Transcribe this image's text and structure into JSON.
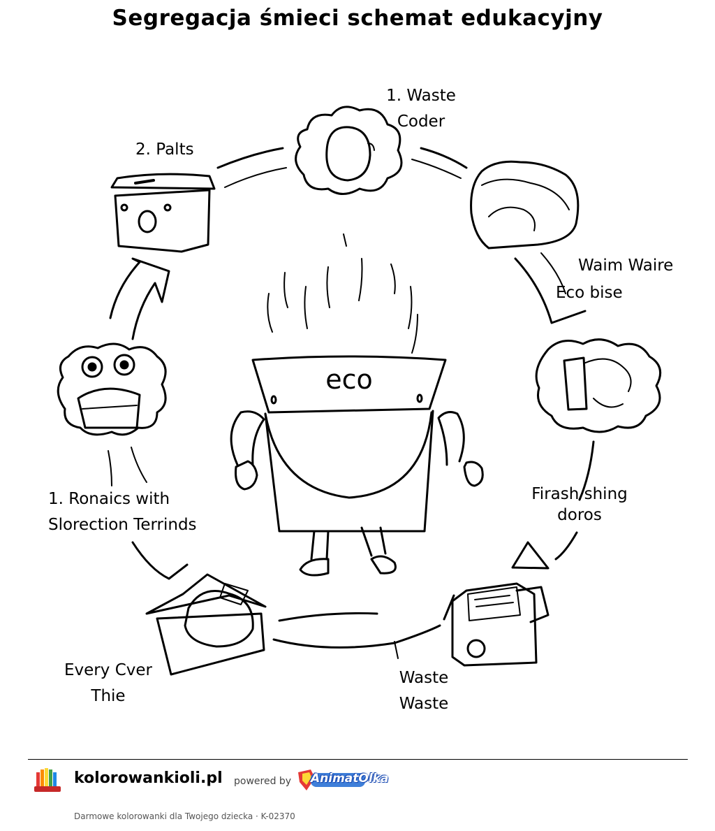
{
  "header": {
    "title": "Segregacja śmieci schemat edukacyjny"
  },
  "diagram": {
    "center_label": "eco",
    "labels": {
      "top_right": [
        "1.  Waste",
        "Coder"
      ],
      "top_left": "2.  Palts",
      "right_upper": [
        "Waim Waire",
        "Eco bise"
      ],
      "right_middle": [
        "Firash shing",
        "doros"
      ],
      "left_middle": [
        "1.  Ronaics with",
        "Slorection Terrinds"
      ],
      "bottom_left": [
        "Every Cver",
        "Thie"
      ],
      "bottom_right": [
        "Waste",
        "Waste"
      ]
    }
  },
  "footer": {
    "site": "kolorowankioli.pl",
    "powered_by": "powered by",
    "partner_logo_text": "AnimatOlka",
    "tagline": "Darmowe kolorowanki dla Twojego dziecka  ·  K-02370"
  }
}
